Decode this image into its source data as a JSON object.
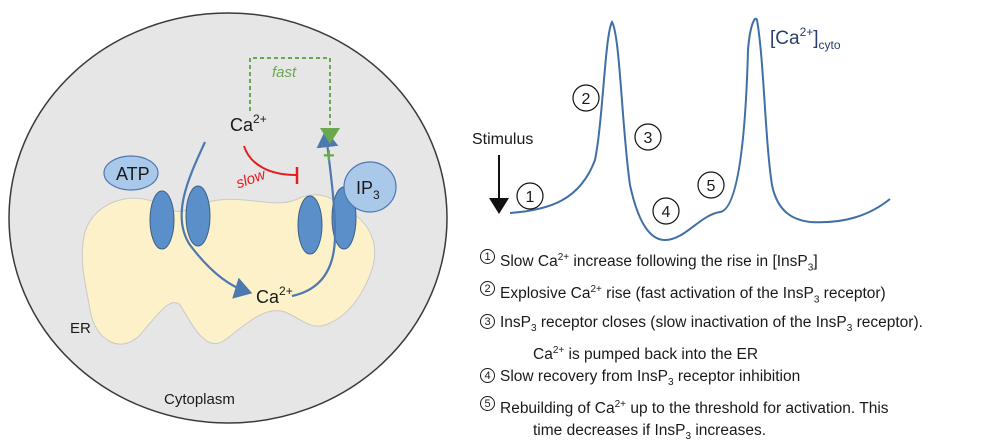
{
  "cell": {
    "cytoplasm_label": "Cytoplasm",
    "er_label": "ER",
    "atp_label": "ATP",
    "ip3_label": "IP",
    "ip3_sub": "3",
    "ca_label": "Ca",
    "ca_sup": "2+",
    "fast_label": "fast",
    "slow_label": "slow",
    "plus_sign": "+",
    "colors": {
      "cytoplasm": "#e6e6e6",
      "er": "#fdf1c9",
      "receptor": "#5b8fc9",
      "arrow": "#4d78b0",
      "fast": "#6aa84f",
      "slow": "#e02020",
      "ip3": "#a9c8ea"
    }
  },
  "trace": {
    "title_label": "[Ca",
    "title_sup": "2+",
    "title_close": "]",
    "title_sub": "cyto",
    "stimulus_label": "Stimulus",
    "markers": [
      "1",
      "2",
      "3",
      "4",
      "5"
    ],
    "color": "#3f6fa6"
  },
  "legend": {
    "items": [
      {
        "num": "1",
        "parts": [
          "Slow Ca",
          "2+",
          " increase following the rise in [InsP",
          "3",
          "]"
        ]
      },
      {
        "num": "2",
        "parts": [
          "Explosive Ca",
          "2+",
          " rise (fast activation of the InsP",
          "3",
          " receptor)"
        ]
      },
      {
        "num": "3",
        "parts": [
          "InsP",
          "3",
          " receptor closes (slow inactivation of the InsP",
          "3",
          " receptor)."
        ],
        "cont": [
          "Ca",
          "2+",
          " is pumped back into the ER"
        ]
      },
      {
        "num": "4",
        "parts": [
          "Slow recovery from InsP",
          "3",
          " receptor inhibition"
        ]
      },
      {
        "num": "5",
        "parts": [
          "Rebuilding of Ca",
          "2+",
          " up to the threshold for activation. This"
        ],
        "cont": [
          "time decreases if InsP",
          "3",
          " increases."
        ]
      }
    ]
  }
}
